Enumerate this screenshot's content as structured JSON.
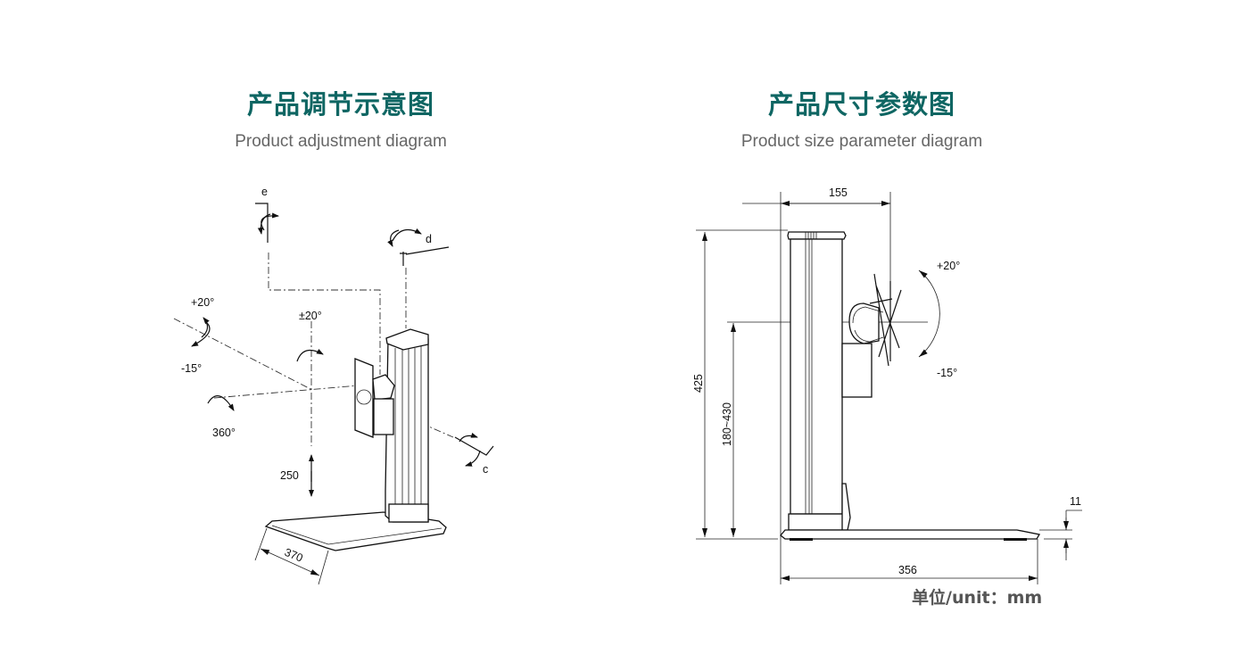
{
  "left_panel": {
    "title": "产品调节示意图",
    "subtitle": "Product adjustment diagram",
    "labels": {
      "key_e": "e",
      "key_d": "d",
      "key_c": "c",
      "tilt_up": "+20°",
      "tilt_down": "-15°",
      "swivel": "±20°",
      "rotate": "360°",
      "height_travel": "250",
      "base_depth": "370"
    }
  },
  "right_panel": {
    "title": "产品尺寸参数图",
    "subtitle": "Product size parameter diagram",
    "labels": {
      "offset": "155",
      "total_height": "425",
      "mount_height": "180~430",
      "tilt_up": "+20°",
      "tilt_down": "-15°",
      "base_thickness": "11",
      "base_length": "356"
    },
    "unit": "单位/unit：mm"
  },
  "colors": {
    "title": "#0f6663",
    "subtitle": "#666666",
    "line": "#111111"
  }
}
